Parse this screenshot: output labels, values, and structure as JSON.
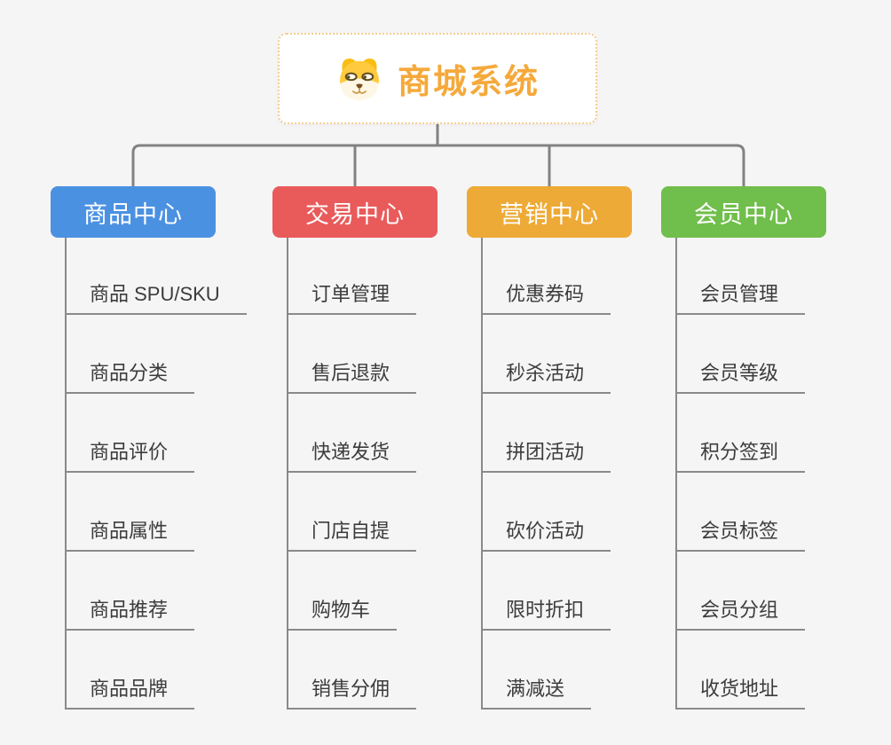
{
  "root": {
    "title": "商城系统",
    "icon": "dog-face-icon"
  },
  "colors": {
    "background": "#F5F5F5",
    "connector": "#828282",
    "underline": "#8A8A8A",
    "item_text": "#3C3C3C",
    "root_text": "#F5A93B",
    "root_border": "#F3CD92",
    "branch_product": "#4B91E2",
    "branch_trade": "#E95B5B",
    "branch_marketing": "#EDAA36",
    "branch_member": "#70BE4B"
  },
  "branches": [
    {
      "label": "商品中心",
      "color": "#4B91E2",
      "items": [
        "商品 SPU/SKU",
        "商品分类",
        "商品评价",
        "商品属性",
        "商品推荐",
        "商品品牌"
      ]
    },
    {
      "label": "交易中心",
      "color": "#E95B5B",
      "items": [
        "订单管理",
        "售后退款",
        "快递发货",
        "门店自提",
        "购物车",
        "销售分佣"
      ]
    },
    {
      "label": "营销中心",
      "color": "#EDAA36",
      "items": [
        "优惠券码",
        "秒杀活动",
        "拼团活动",
        "砍价活动",
        "限时折扣",
        "满减送"
      ]
    },
    {
      "label": "会员中心",
      "color": "#70BE4B",
      "items": [
        "会员管理",
        "会员等级",
        "积分签到",
        "会员标签",
        "会员分组",
        "收货地址"
      ]
    }
  ]
}
